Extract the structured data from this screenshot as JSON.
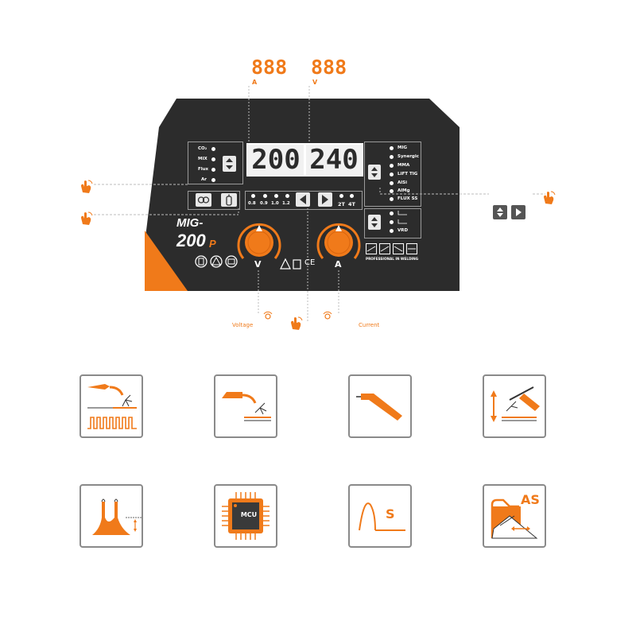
{
  "top_displays": {
    "left_value": "888",
    "left_unit": "A",
    "right_value": "888",
    "right_unit": "V"
  },
  "panel": {
    "model_line1": "MIG-",
    "model_line2": "200",
    "model_suffix": "P",
    "lcd_left": "200",
    "lcd_right": "240",
    "gas_options": [
      "CO₂",
      "MIX",
      "Flux",
      "Ar"
    ],
    "process_options": [
      "MIG",
      "Synergic",
      "MMA",
      "LIFT TIG",
      "AlSi",
      "AlMg",
      "FLUX SS"
    ],
    "inductance_options": [
      "VRD"
    ],
    "wire_sizes": [
      "0.8",
      "0.9",
      "1.0",
      "1.2"
    ],
    "trigger_modes": [
      "2T",
      "4T"
    ],
    "knob_left_label": "V",
    "knob_right_label": "A",
    "ce_mark": "CE",
    "tagline": "PROFESSIONAL IN WELDING"
  },
  "callouts": {
    "voltage": "Voltage",
    "current": "Current"
  },
  "colors": {
    "accent": "#f07a1a",
    "panel": "#2c2c2c",
    "tile_border": "#8a8a8a"
  },
  "feature_icons": [
    "mig-pulse-icon",
    "mig-torch-icon",
    "mma-electrode-icon",
    "lift-tig-icon",
    "arc-force-icon",
    "mcu-chip-icon",
    "s-curve-icon",
    "anti-stick-icon"
  ],
  "mcu_label": "MCU",
  "as_label": "AS",
  "s_label": "S"
}
